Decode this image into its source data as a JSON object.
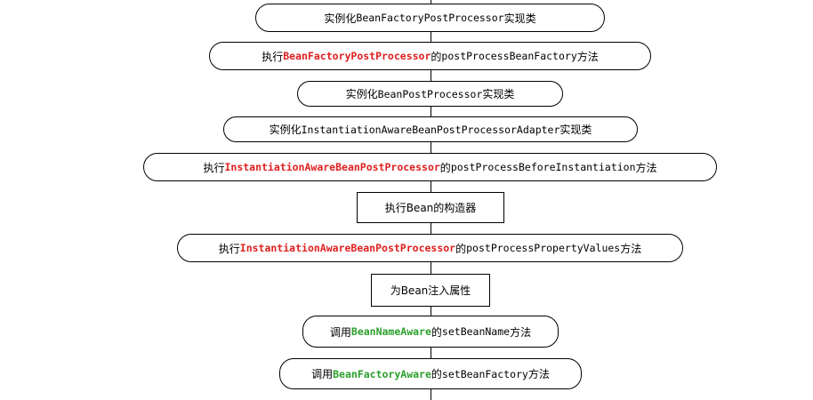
{
  "colors": {
    "border": "#000000",
    "red": "#e02020",
    "green": "#2ca02c",
    "text": "#000000"
  },
  "steps": [
    {
      "shape": "rounded",
      "parts": [
        {
          "text": "实例化"
        },
        {
          "text": "BeanFactoryPostProcessor",
          "mono": true
        },
        {
          "text": "实现类"
        }
      ]
    },
    {
      "shape": "rounded",
      "parts": [
        {
          "text": "执行"
        },
        {
          "text": "BeanFactoryPostProcessor",
          "mono": true,
          "bold": true,
          "color": "red"
        },
        {
          "text": "的"
        },
        {
          "text": "postProcessBeanFactory",
          "mono": true
        },
        {
          "text": "方法"
        }
      ]
    },
    {
      "shape": "rounded",
      "parts": [
        {
          "text": "实例化"
        },
        {
          "text": "BeanPostProcessor",
          "mono": true
        },
        {
          "text": "实现类"
        }
      ]
    },
    {
      "shape": "rounded",
      "parts": [
        {
          "text": "实例化"
        },
        {
          "text": "InstantiationAwareBeanPostProcessorAdapter",
          "mono": true
        },
        {
          "text": "实现类"
        }
      ]
    },
    {
      "shape": "rounded",
      "parts": [
        {
          "text": "执行"
        },
        {
          "text": "InstantiationAwareBeanPostProcessor",
          "mono": true,
          "bold": true,
          "color": "red"
        },
        {
          "text": "的"
        },
        {
          "text": "postProcessBeforeInstantiation",
          "mono": true
        },
        {
          "text": "方法"
        }
      ]
    },
    {
      "shape": "rect",
      "parts": [
        {
          "text": "执行Bean的构造器"
        }
      ]
    },
    {
      "shape": "rounded",
      "parts": [
        {
          "text": "执行"
        },
        {
          "text": "InstantiationAwareBeanPostProcessor",
          "mono": true,
          "bold": true,
          "color": "red"
        },
        {
          "text": "的"
        },
        {
          "text": "postProcessPropertyValues",
          "mono": true
        },
        {
          "text": "方法"
        }
      ]
    },
    {
      "shape": "rect",
      "parts": [
        {
          "text": "为Bean注入属性"
        }
      ]
    },
    {
      "shape": "rounded",
      "parts": [
        {
          "text": "调用"
        },
        {
          "text": "BeanNameAware",
          "mono": true,
          "bold": true,
          "color": "green"
        },
        {
          "text": "的"
        },
        {
          "text": "setBeanName",
          "mono": true
        },
        {
          "text": "方法"
        }
      ]
    },
    {
      "shape": "rounded",
      "parts": [
        {
          "text": "调用"
        },
        {
          "text": "BeanFactoryAware",
          "mono": true,
          "bold": true,
          "color": "green"
        },
        {
          "text": "的"
        },
        {
          "text": "setBeanFactory",
          "mono": true
        },
        {
          "text": "方法"
        }
      ]
    }
  ]
}
